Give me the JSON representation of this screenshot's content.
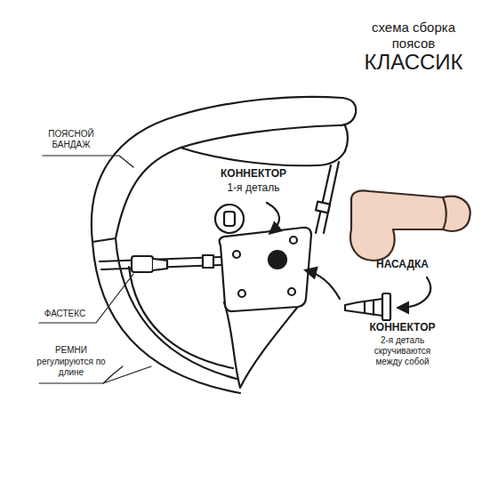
{
  "diagram": {
    "title": "схема сборка поясов",
    "labels": [
      "ПОЯСНОЙ БАНДАЖ",
      "КОННЕКТОР",
      "1-я деталь",
      "НАСАДКА",
      "ФАСТЕКС",
      "КОННЕКТОР",
      "2-я деталь скручиваются между собой",
      "РЕМНИ",
      "регулируются по длине",
      "КЛАССИК"
    ]
  }
}
